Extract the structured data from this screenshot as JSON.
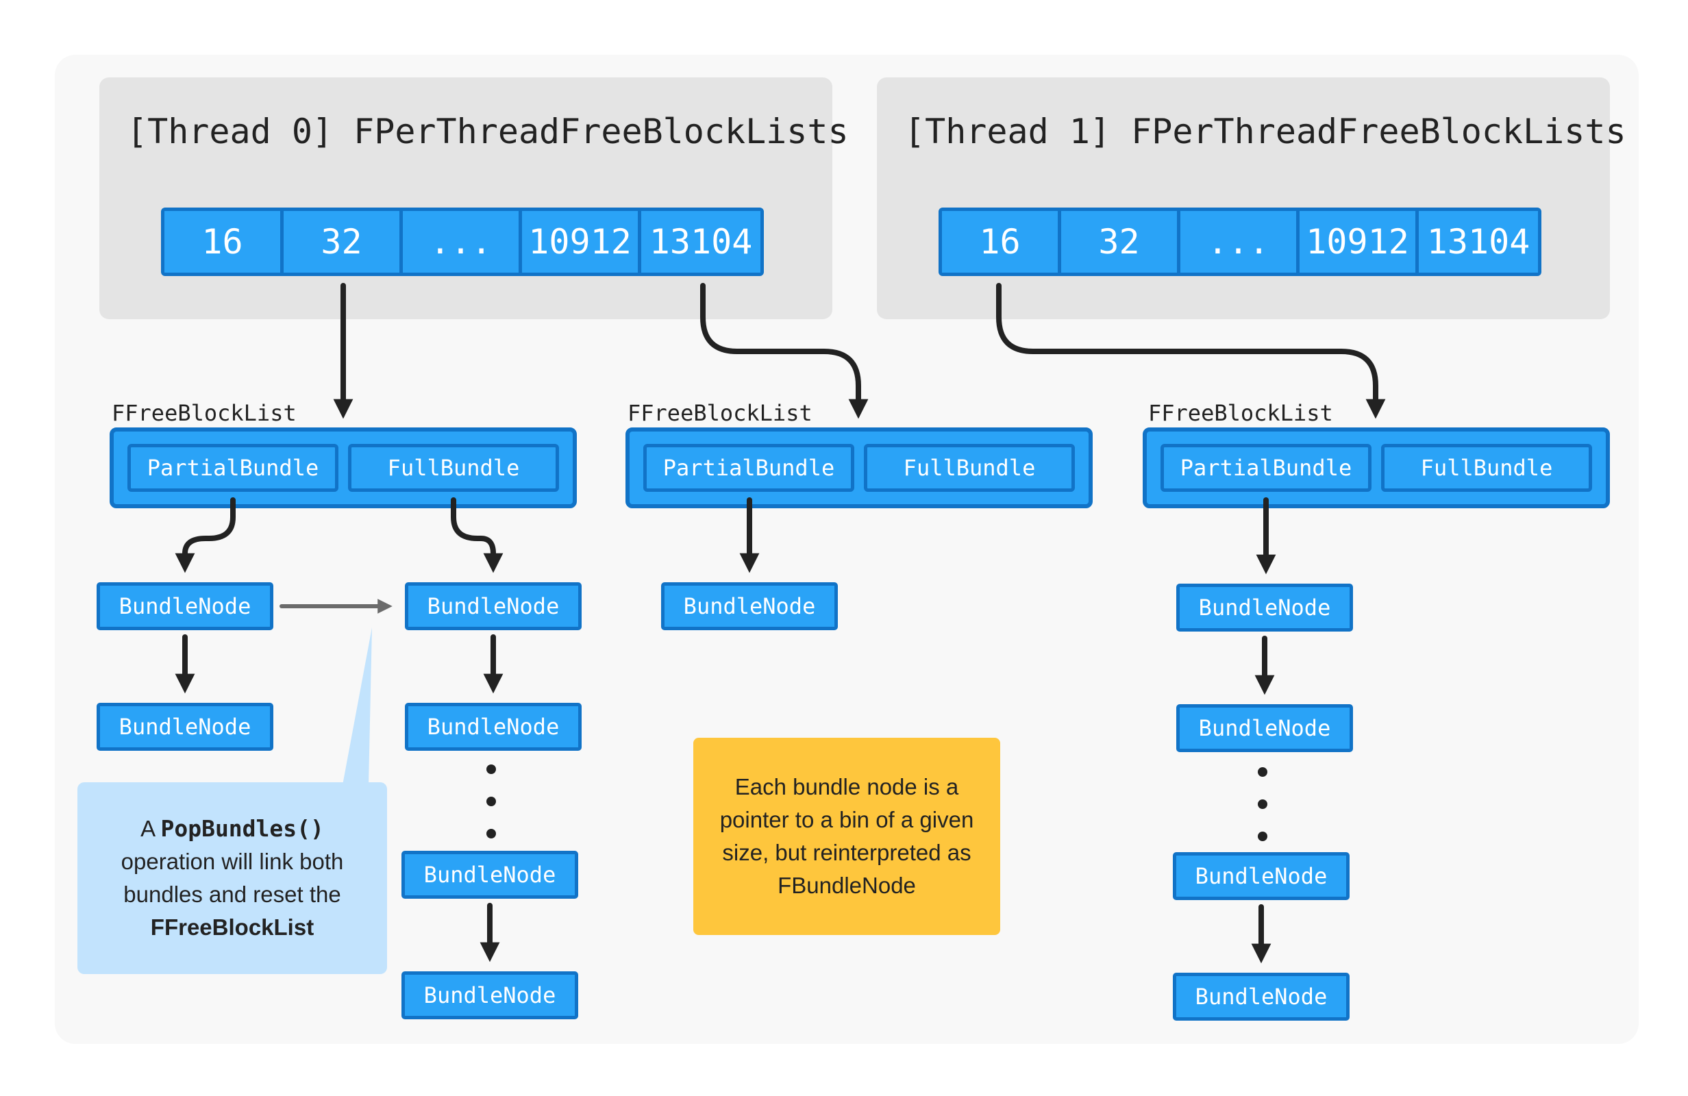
{
  "threads": [
    {
      "title": "[Thread 0] FPerThreadFreeBlockLists",
      "slots": [
        "16",
        "32",
        "...",
        "10912",
        "13104"
      ]
    },
    {
      "title": "[Thread 1] FPerThreadFreeBlockLists",
      "slots": [
        "16",
        "32",
        "...",
        "10912",
        "13104"
      ]
    }
  ],
  "lists": [
    {
      "label": "FFreeBlockList",
      "partial": "PartialBundle",
      "full": "FullBundle"
    },
    {
      "label": "FFreeBlockList",
      "partial": "PartialBundle",
      "full": "FullBundle"
    },
    {
      "label": "FFreeBlockList",
      "partial": "PartialBundle",
      "full": "FullBundle"
    }
  ],
  "node_label": "BundleNode",
  "note_pop": {
    "prefix": "A ",
    "code": "PopBundles()",
    "middle": "operation will link both bundles and reset the",
    "strong": "FFreeBlockList"
  },
  "note_bundle": "Each bundle node is a pointer to a bin of a given size, but reinterpreted as FBundleNode",
  "colors": {
    "node_fill": "#2aa3f7",
    "node_border": "#1173c7",
    "panel": "#e4e4e4",
    "note_blue": "#c2e3fd",
    "note_yellow": "#fec63d",
    "arrow": "#222222",
    "link_arrow": "#6b6b6b"
  }
}
